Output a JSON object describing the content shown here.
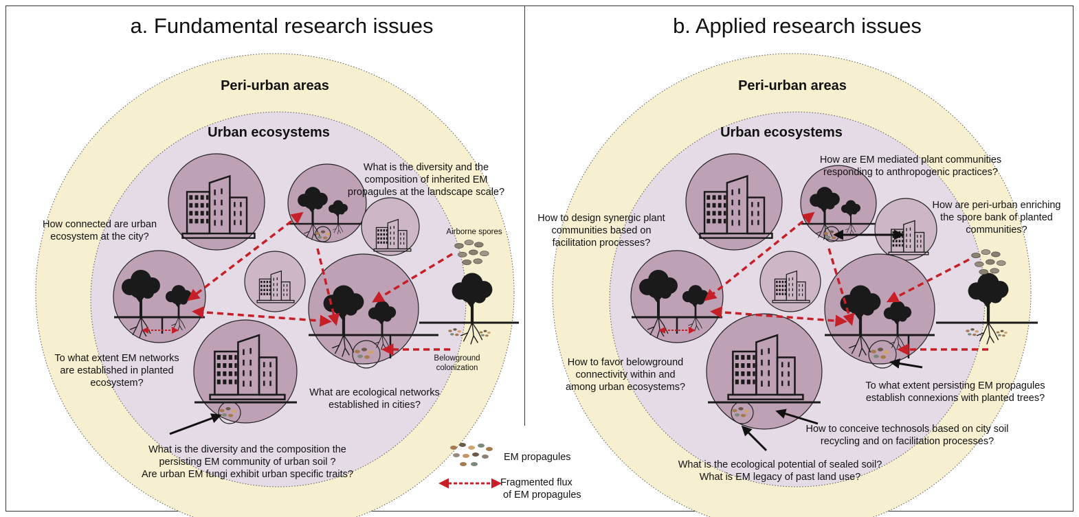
{
  "panels": [
    {
      "title": "a. Fundamental research issues",
      "peri_label": "Peri-urban areas",
      "urban_label": "Urban ecosystems",
      "airborne_label": "Airborne spores",
      "belowground_label": [
        "Belowground",
        "colonization"
      ],
      "questions": {
        "q_inherited": [
          "What is the diversity and the",
          "composition of inherited EM",
          "propagules at the landscape scale?"
        ],
        "q_connected": [
          "How connected are urban",
          "ecosystem at the city?"
        ],
        "q_networks_planted": [
          "To what extent EM networks",
          "are established in planted",
          "ecosystem?"
        ],
        "q_eco_networks": [
          "What are ecological networks",
          "established in cities?"
        ],
        "q_persisting": [
          "What is the diversity and the composition the",
          "persisting EM community of urban soil ?",
          "Are urban EM fungi exhibit urban specific traits?"
        ]
      }
    },
    {
      "title": "b. Applied research issues",
      "peri_label": "Peri-urban areas",
      "urban_label": "Urban ecosystems",
      "questions": {
        "q_mediated": [
          "How are EM mediated plant communities",
          "responding to anthropogenic practices?"
        ],
        "q_synergic": [
          "How to design synergic plant",
          "communities based on",
          "facilitation processes?"
        ],
        "q_periurban": [
          "How are peri-urban enriching",
          "the spore bank of planted",
          "communities?"
        ],
        "q_favor": [
          "How to favor belowground",
          "connectivity within and",
          "among urban ecosystems?"
        ],
        "q_connexions": [
          "To what extent persisting EM propagules",
          "establish connexions with planted trees?"
        ],
        "q_technosols": [
          "How to conceive technosols based on city soil",
          "recycling and on facilitation processes?"
        ],
        "q_sealed": [
          "What is the ecological potential of sealed soil?",
          "What is EM legacy of past land use?"
        ]
      }
    }
  ],
  "legend": {
    "propagules": "EM propagules",
    "flux": [
      "Fragmented flux",
      "of EM propagules"
    ]
  },
  "colors": {
    "peri": "#f6efd0",
    "urban": "#e4dbe6",
    "circle": "#bfa1b6",
    "small_circle": "#cdb7c7",
    "flux": "#c61f27",
    "icon": "#1a1a1a"
  },
  "icons": [
    "building-icon",
    "tree-icon",
    "spore-icon",
    "propagule-icon"
  ]
}
